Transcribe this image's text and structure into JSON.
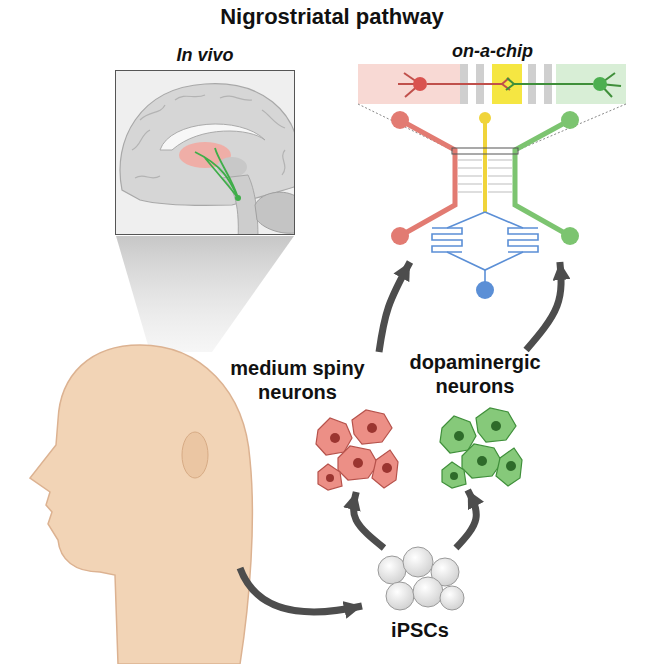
{
  "diagram": {
    "title": "Nigrostriatal pathway",
    "nodes": [
      {
        "text": [
          "In vivo"
        ]
      },
      {
        "text": [
          "on-a-chip"
        ]
      },
      {
        "text": [
          "medium spiny neurons"
        ]
      },
      {
        "text": [
          "dopaminergic neurons"
        ]
      },
      {
        "text": [
          "iPSCs"
        ]
      }
    ],
    "edges": [
      {
        "from": 4,
        "to": 2,
        "arrow": "to"
      },
      {
        "from": 4,
        "to": 3,
        "arrow": "to"
      },
      {
        "from": 2,
        "to": 1,
        "arrow": "to"
      },
      {
        "from": 3,
        "to": 1,
        "arrow": "to"
      }
    ]
  }
}
